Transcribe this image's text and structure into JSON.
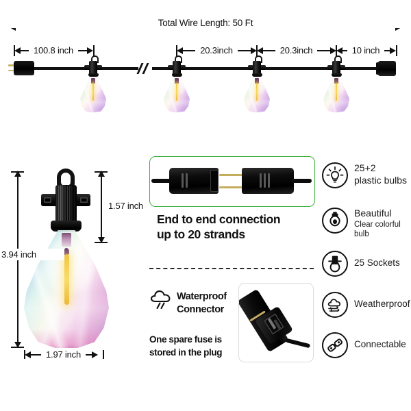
{
  "top_diagram": {
    "total_label": "Total Wire Length: 50 Ft",
    "segments": [
      {
        "label": "100.8 inch"
      },
      {
        "label": "20.3inch"
      },
      {
        "label": "20.3inch"
      },
      {
        "label": "10 inch"
      }
    ]
  },
  "bulb_dimensions": {
    "height_total": "3.94 inch",
    "socket_height": "1.57 inch",
    "width": "1.97 inch"
  },
  "middle": {
    "connection_heading_line1": "End to end connection",
    "connection_heading_line2": "up to 20 strands",
    "waterproof_line1": "Waterproof",
    "waterproof_line2": "Connector",
    "fuse_line1": "One spare fuse is",
    "fuse_line2": "stored in the plug"
  },
  "features": [
    {
      "icon": "light-bulb-rays-icon",
      "line1": "25+2",
      "line2": "plastic bulbs"
    },
    {
      "icon": "decorative-bulb-icon",
      "line1": "Beautiful",
      "line2": "Clear colorful bulb"
    },
    {
      "icon": "socket-icon",
      "line1": "25 Sockets",
      "line2": ""
    },
    {
      "icon": "cloud-wind-icon",
      "line1": "Weatherproof",
      "line2": ""
    },
    {
      "icon": "connector-link-icon",
      "line1": "Connectable",
      "line2": ""
    }
  ],
  "colors": {
    "accent_green": "#3fae3f",
    "line_black": "#111111",
    "card_border": "#dcdcdc",
    "filament": "#f7d85e"
  }
}
